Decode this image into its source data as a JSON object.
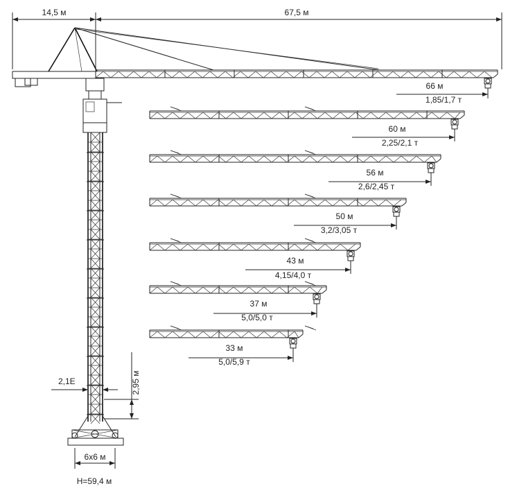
{
  "dimensions": {
    "counter_jib": "14,5 м",
    "main_jib_length": "67,5 м",
    "mast_width": "2,1Е",
    "section_height": "2,95 м",
    "base": "6х6 м",
    "height": "H=59,4  м"
  },
  "configurations": [
    {
      "reach": "66 м",
      "load": "1,85/1,7 т"
    },
    {
      "reach": "60 м",
      "load": "2,25/2,1 т"
    },
    {
      "reach": "56 м",
      "load": "2,6/2,45 т"
    },
    {
      "reach": "50 м",
      "load": "3,2/3,05 т"
    },
    {
      "reach": "43 м",
      "load": "4,15/4,0 т"
    },
    {
      "reach": "37 м",
      "load": "5,0/5,0 т"
    },
    {
      "reach": "33 м",
      "load": "5,0/5,9 т"
    }
  ]
}
